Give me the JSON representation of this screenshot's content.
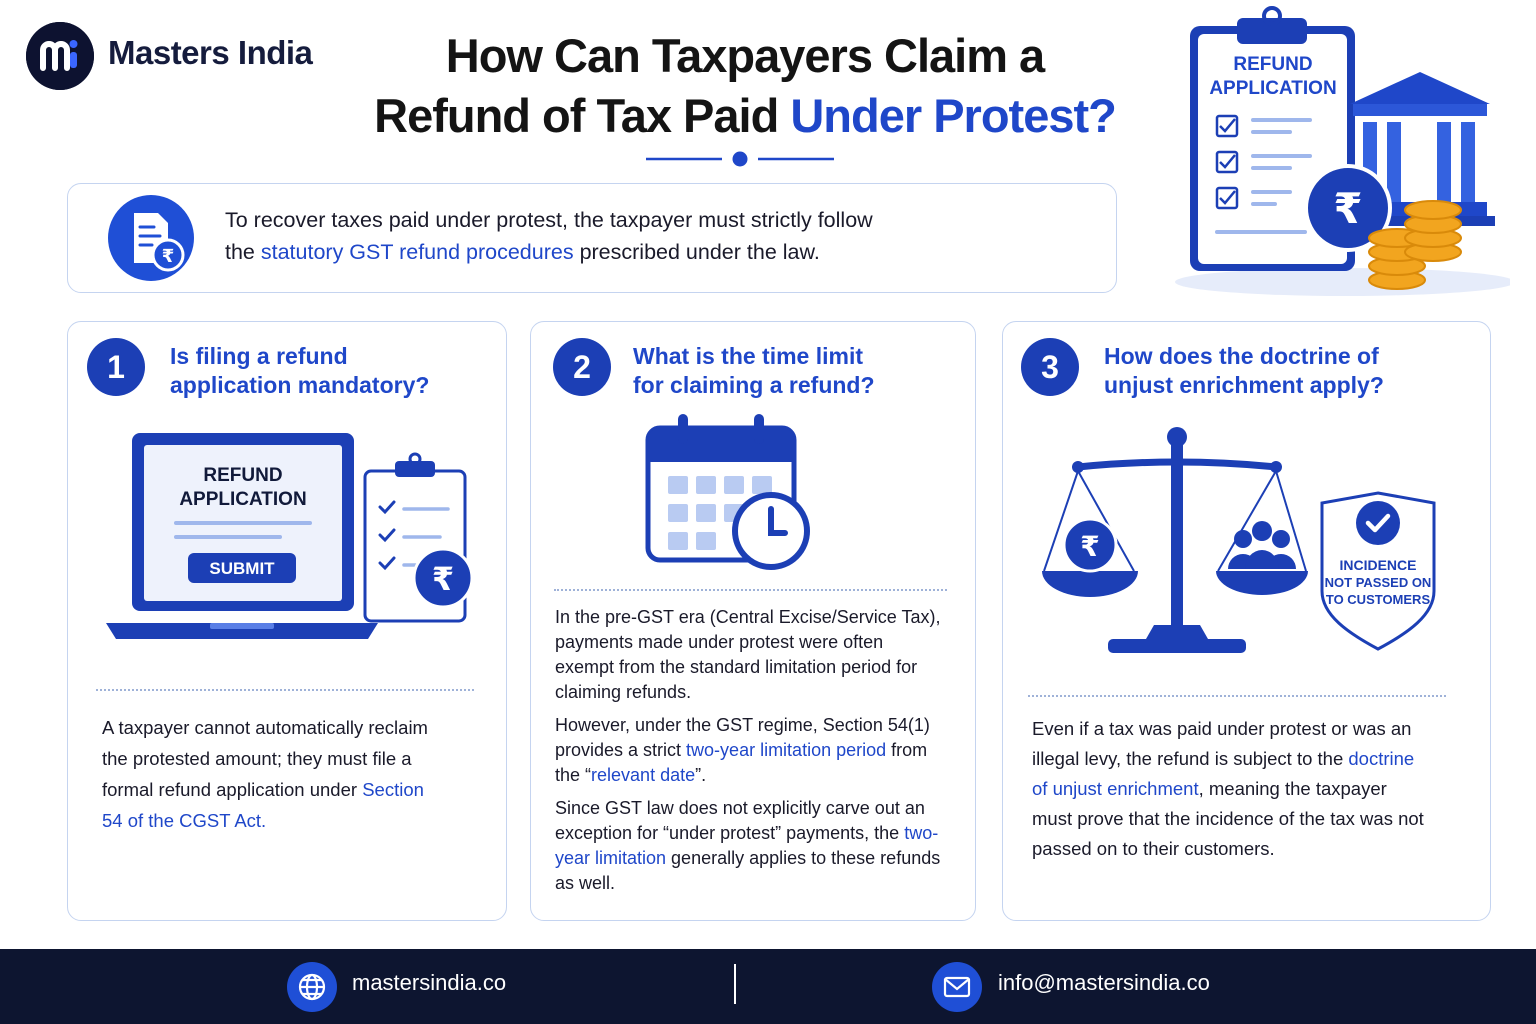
{
  "brand": {
    "name": "Masters India",
    "logo_letter": "m"
  },
  "title": {
    "line1": "How Can Taxpayers Claim a",
    "line2_prefix": "Refund of Tax Paid ",
    "line2_highlight": "Under Protest?"
  },
  "intro": {
    "part1": "To recover taxes paid under protest, the taxpayer must strictly follow",
    "part2": "the ",
    "highlight": "statutory GST refund procedures",
    "part3": " prescribed under the law."
  },
  "hero": {
    "form_label_1": "REFUND",
    "form_label_2": "APPLICATION",
    "currency_symbol": "₹"
  },
  "cards": [
    {
      "number": "1",
      "question_line1": "Is filing a refund",
      "question_line2": "application mandatory?",
      "illustration": {
        "screen_label_1": "REFUND",
        "screen_label_2": "APPLICATION",
        "button_label": "SUBMIT",
        "currency_symbol": "₹"
      },
      "body": {
        "text": "A taxpayer cannot automatically reclaim the protested amount; they must file a formal refund application under ",
        "highlight": "Section 54 of the CGST Act."
      }
    },
    {
      "number": "2",
      "question_line1": "What is the time limit",
      "question_line2": "for claiming a refund?",
      "body": {
        "p1": "In the pre-GST era (Central Excise/Service Tax), payments made under protest were often exempt from the standard limitation period for claiming refunds.",
        "p2_a": "However, under the GST regime, Section 54(1) provides a strict ",
        "p2_hl1": "two-year limitation period",
        "p2_b": " from the “",
        "p2_hl2": "relevant date",
        "p2_c": "”.",
        "p3_a": "Since GST law does not explicitly carve out an exception for “under protest” payments, the ",
        "p3_hl": "two-year limitation",
        "p3_b": " generally applies to these refunds as well."
      }
    },
    {
      "number": "3",
      "question_line1": "How does the doctrine of",
      "question_line2": "unjust enrichment apply?",
      "illustration": {
        "currency_symbol": "₹",
        "shield_line1": "INCIDENCE",
        "shield_line2": "NOT PASSED ON",
        "shield_line3": "TO CUSTOMERS"
      },
      "body": {
        "a": "Even if a tax was paid under protest or was an illegal levy, the refund is subject to the ",
        "hl": "doctrine of unjust enrichment",
        "b": ", meaning the taxpayer must prove that the incidence of the tax was not passed on to their customers."
      }
    }
  ],
  "footer": {
    "website": "mastersindia.co",
    "email": "info@mastersindia.co",
    "website_icon": "globe-icon",
    "email_icon": "mail-icon"
  },
  "colors": {
    "accent": "#1f47c9",
    "dark_blue": "#1c3fb5",
    "navy": "#0d1530",
    "gold": "#f2a51f",
    "border": "#c5d4f0"
  }
}
